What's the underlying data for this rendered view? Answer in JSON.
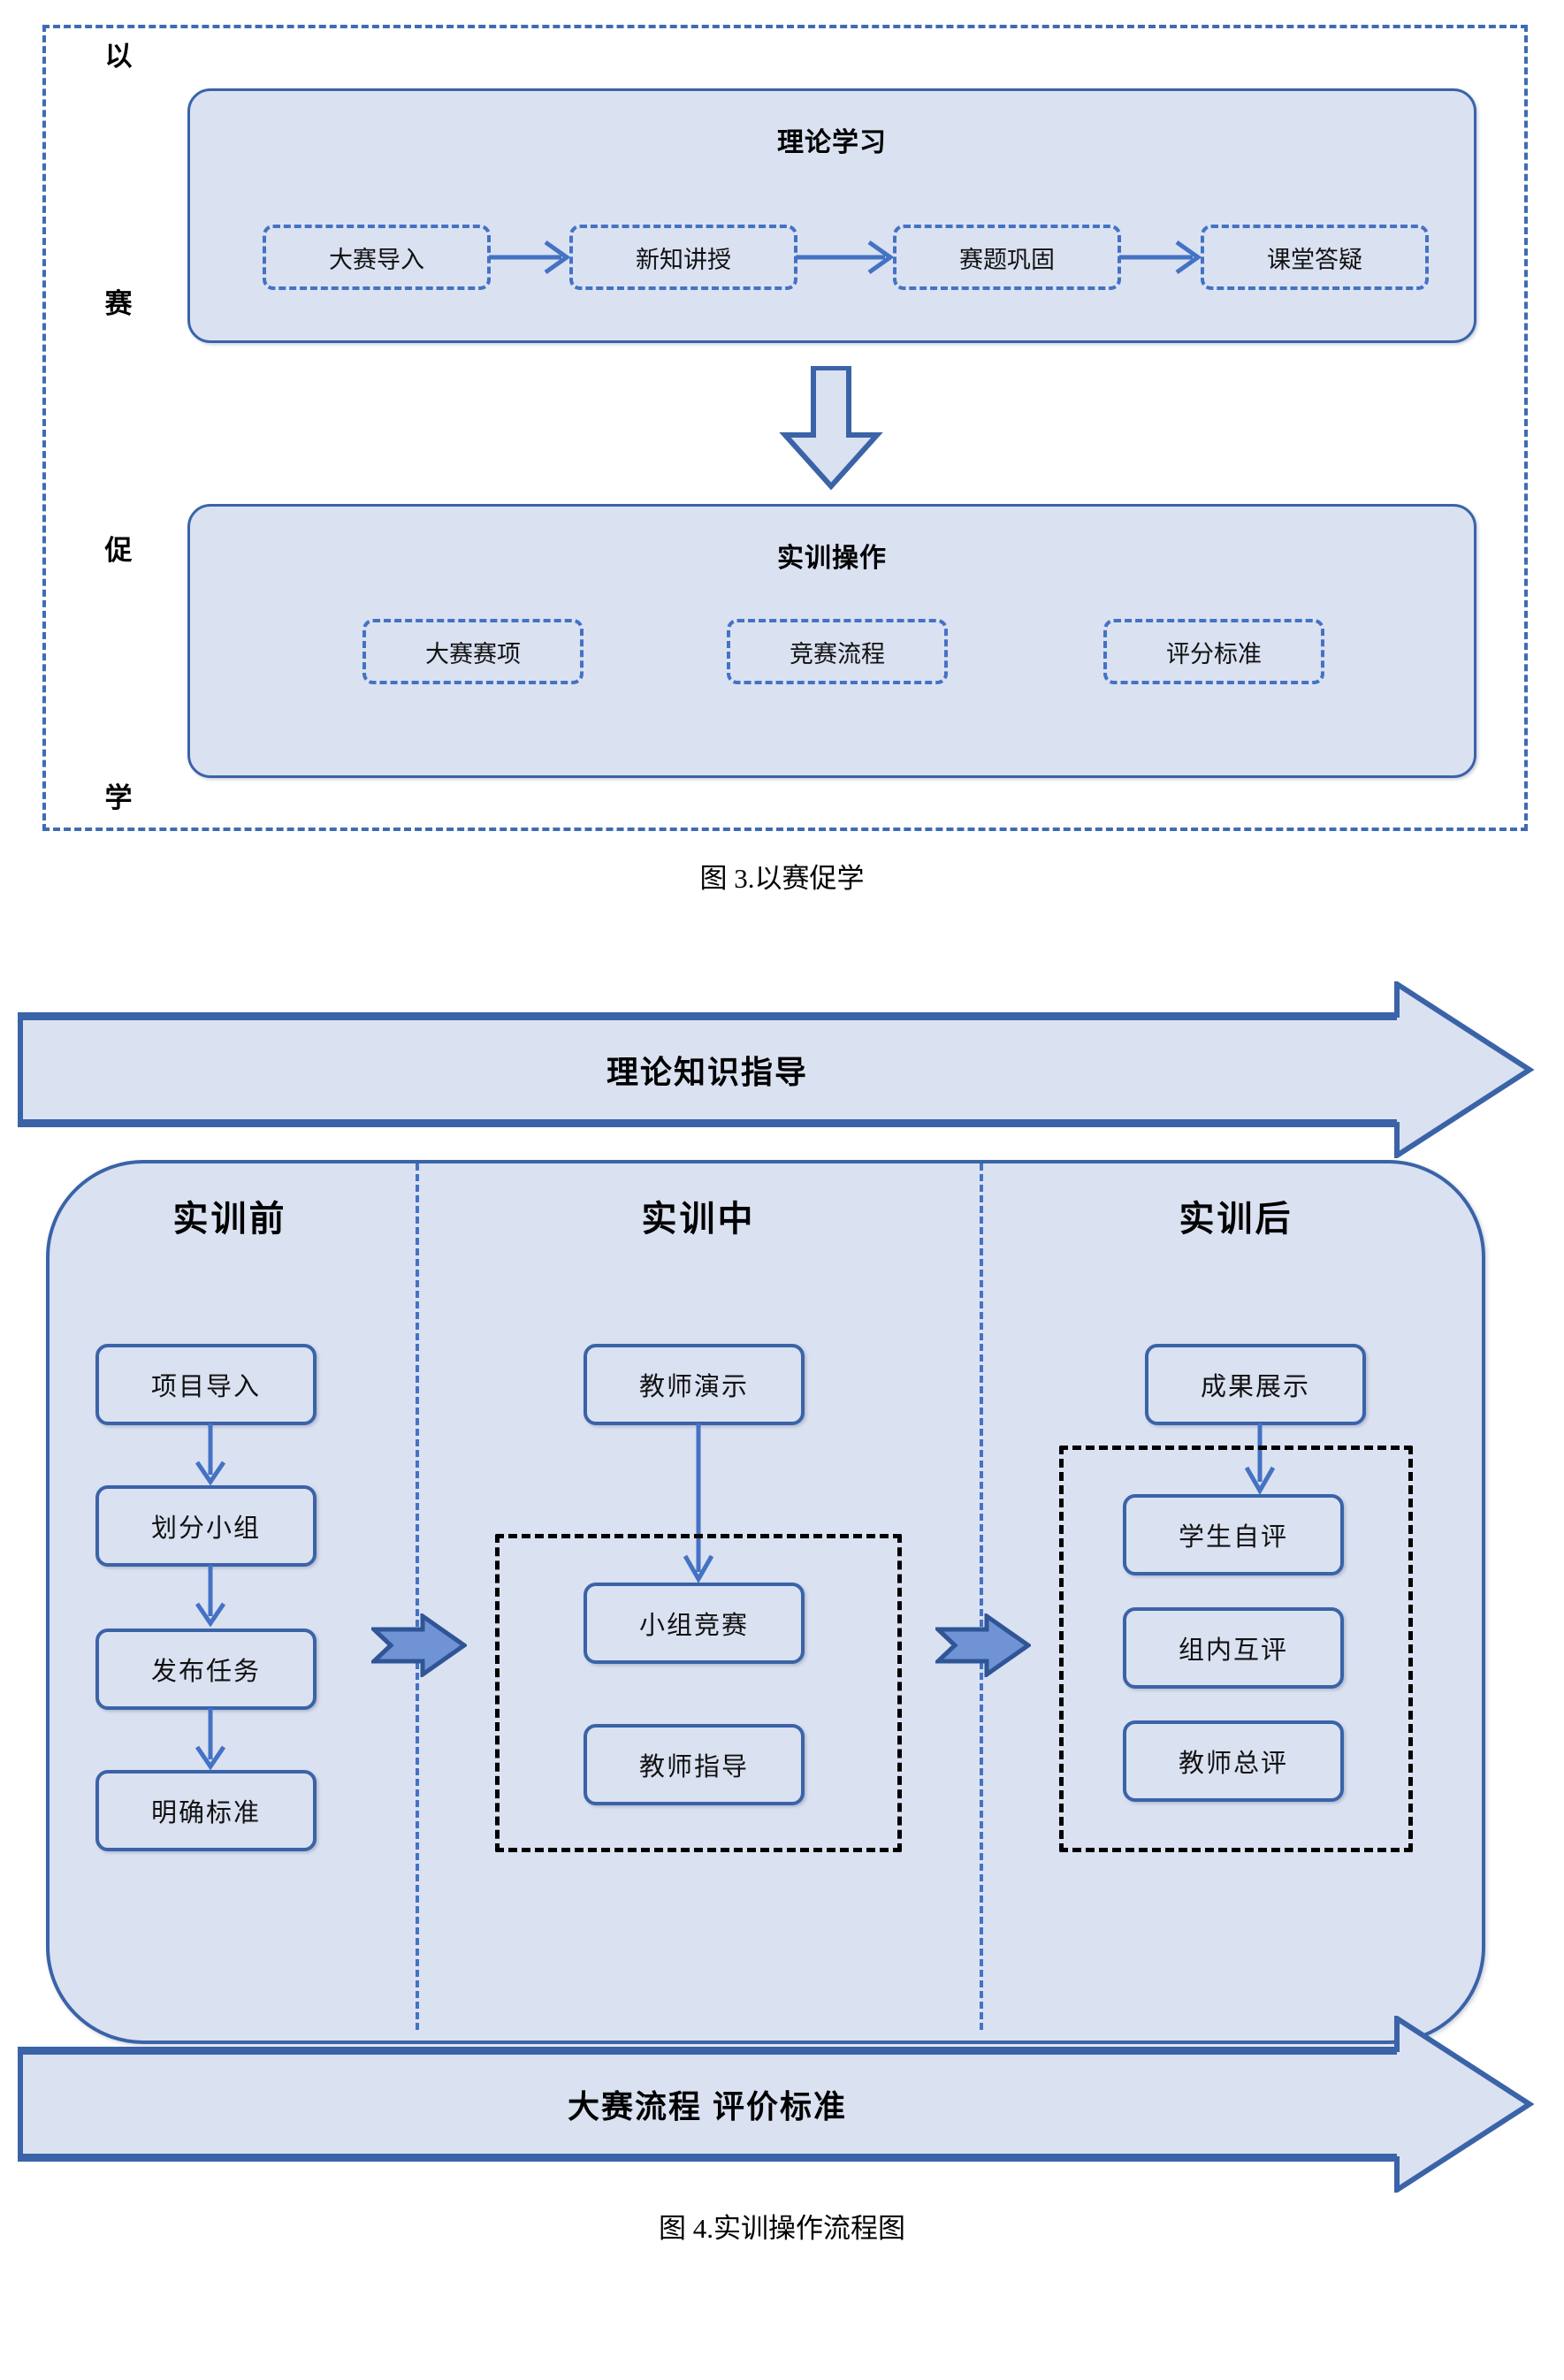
{
  "colors": {
    "panel_fill": "#dae1f1",
    "panel_border": "#3a63a8",
    "dashed_blue": "#4472c4",
    "dashed_black": "#000000",
    "arrow_fill": "#6f93d4",
    "background": "#ffffff"
  },
  "figure3": {
    "vertical_label_chars": [
      "以",
      "赛",
      "促",
      "学"
    ],
    "caption": "图 3.以赛促学",
    "theory": {
      "title": "理论学习",
      "steps": [
        "大赛导入",
        "新知讲授",
        "赛题巩固",
        "课堂答疑"
      ]
    },
    "practice": {
      "title": "实训操作",
      "items": [
        "大赛赛项",
        "竞赛流程",
        "评分标准"
      ]
    }
  },
  "figure4": {
    "banner_top": "理论知识指导",
    "banner_bottom": "大赛流程  评价标准",
    "caption": "图 4.实训操作流程图",
    "columns": [
      {
        "header": "实训前",
        "boxes": [
          "项目导入",
          "划分小组",
          "发布任务",
          "明确标准"
        ]
      },
      {
        "header": "实训中",
        "top_box": "教师演示",
        "grouped_boxes": [
          "小组竞赛",
          "教师指导"
        ]
      },
      {
        "header": "实训后",
        "top_box": "成果展示",
        "grouped_boxes": [
          "学生自评",
          "组内互评",
          "教师总评"
        ]
      }
    ]
  }
}
